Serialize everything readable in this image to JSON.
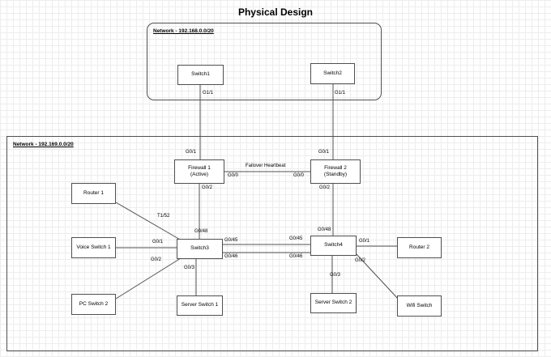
{
  "title": "Physical Design",
  "networks": {
    "top": {
      "label": "Network - 192.168.0.0/20"
    },
    "bottom": {
      "label": "Network - 192.169.0.0/20"
    }
  },
  "nodes": {
    "switch1": {
      "label": "Switch1"
    },
    "switch2": {
      "label": "Switch2"
    },
    "firewall1": {
      "line1": "Firewall 1",
      "line2": "(Active)"
    },
    "firewall2": {
      "line1": "Firewall 2",
      "line2": "(Standby)"
    },
    "switch3": {
      "label": "Switch3"
    },
    "switch4": {
      "label": "Switch4"
    },
    "router1": {
      "label": "Router 1"
    },
    "voice_switch1": {
      "label": "Voice Switch 1"
    },
    "pc_switch2": {
      "label": "PC Switch 2"
    },
    "server_switch1": {
      "label": "Server Switch 1"
    },
    "server_switch2": {
      "label": "Server Switch 2"
    },
    "router2": {
      "label": "Router 2"
    },
    "wifi_switch": {
      "label": "Wifi Switch"
    }
  },
  "links": {
    "failover_heartbeat": "Failover Heartbeat"
  },
  "ports": {
    "switch1_g11": "G1/1",
    "switch2_g11": "G1/1",
    "firewall1_g01": "G0/1",
    "firewall2_g01": "G0/1",
    "firewall1_g00": "G0/0",
    "firewall2_g00": "G0/0",
    "firewall1_g02": "G0/2",
    "firewall2_g02": "G0/2",
    "switch3_g048": "G0/48",
    "switch4_g048": "G0/48",
    "switch3_g045": "G0/45",
    "switch3_g046": "G0/46",
    "switch4_g045": "G0/45",
    "switch4_g046": "G0/46",
    "switch3_t152": "T1/52",
    "switch3_g01": "G0/1",
    "switch3_g02": "G0/2",
    "switch3_g03": "G0/3",
    "switch4_g01": "G0/1",
    "switch4_g02": "G0/2",
    "switch4_g03": "G0/3"
  }
}
